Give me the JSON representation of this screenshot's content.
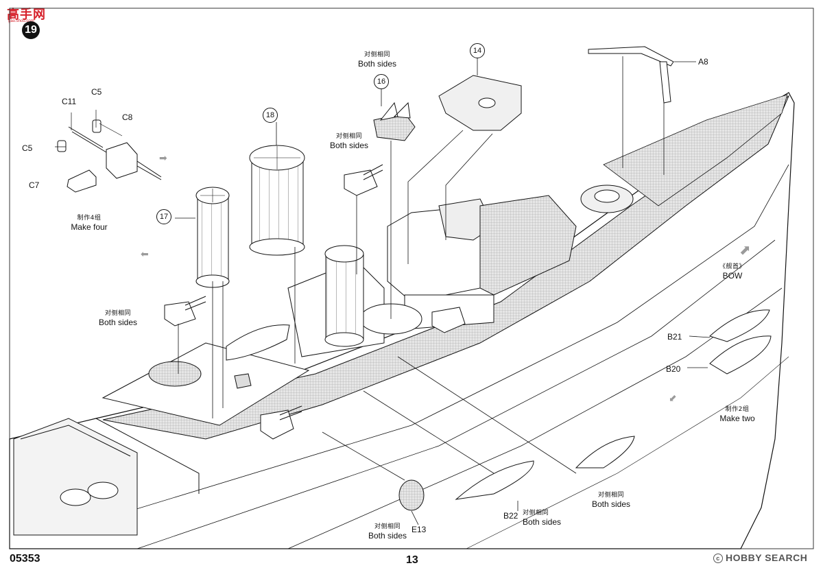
{
  "logo": {
    "text": "高手网",
    "sub": "gao.shou.com"
  },
  "step": {
    "number": "19"
  },
  "page": {
    "code": "05353",
    "number": "13"
  },
  "watermark": {
    "text": "HOBBY SEARCH",
    "mark": "c"
  },
  "part_labels": {
    "C11": "C11",
    "C5_top": "C5",
    "C8": "C8",
    "C5_left": "C5",
    "C7": "C7",
    "A8": "A8",
    "B21": "B21",
    "B20": "B20",
    "B22": "B22",
    "E13": "E13"
  },
  "callouts": {
    "c14": "14",
    "c16": "16",
    "c17": "17",
    "c18": "18"
  },
  "notes": {
    "make_four": {
      "cn": "制作4组",
      "en": "Make four"
    },
    "both_top": {
      "cn": "对侧相同",
      "en": "Both sides"
    },
    "both_16": {
      "cn": "对侧相同",
      "en": "Both sides"
    },
    "both_left": {
      "cn": "对侧相同",
      "en": "Both sides"
    },
    "bow": {
      "cn": "《舰首》",
      "en": "BOW"
    },
    "make_two": {
      "cn": "制作2组",
      "en": "Make two"
    },
    "both_right": {
      "cn": "对侧相同",
      "en": "Both sides"
    },
    "both_b22": {
      "cn": "对侧相同",
      "en": "Both sides"
    },
    "both_e13": {
      "cn": "对侧相同",
      "en": "Both sides"
    }
  },
  "colors": {
    "line": "#111111",
    "deck": "#d9d9d9",
    "hint_arrow": "#9a9a9a",
    "logo_red": "#d6202a"
  }
}
